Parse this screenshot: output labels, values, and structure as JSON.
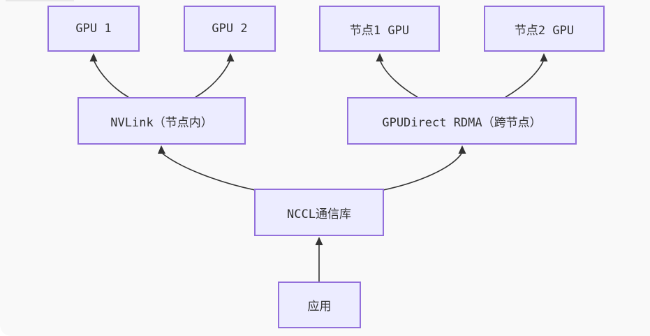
{
  "diagram": {
    "type": "flowchart-bottom-to-top",
    "colors": {
      "background": "#f9f9f9",
      "node_fill": "#ECECFF",
      "node_border": "#9370DB",
      "edge": "#333333",
      "text": "#333333"
    },
    "nodes": [
      {
        "id": "gpu1",
        "label": "GPU 1"
      },
      {
        "id": "gpu2",
        "label": "GPU 2"
      },
      {
        "id": "node1gpu",
        "label": "节点1 GPU"
      },
      {
        "id": "node2gpu",
        "label": "节点2 GPU"
      },
      {
        "id": "nvlink",
        "label": "NVLink（节点内）"
      },
      {
        "id": "gpudirect",
        "label": "GPUDirect RDMA（跨节点）"
      },
      {
        "id": "nccl",
        "label": "NCCL通信库"
      },
      {
        "id": "app",
        "label": "应用"
      }
    ],
    "edges": [
      {
        "from": "nvlink",
        "to": "gpu1"
      },
      {
        "from": "nvlink",
        "to": "gpu2"
      },
      {
        "from": "gpudirect",
        "to": "node1gpu"
      },
      {
        "from": "gpudirect",
        "to": "node2gpu"
      },
      {
        "from": "nccl",
        "to": "nvlink"
      },
      {
        "from": "nccl",
        "to": "gpudirect"
      },
      {
        "from": "app",
        "to": "nccl"
      }
    ]
  }
}
